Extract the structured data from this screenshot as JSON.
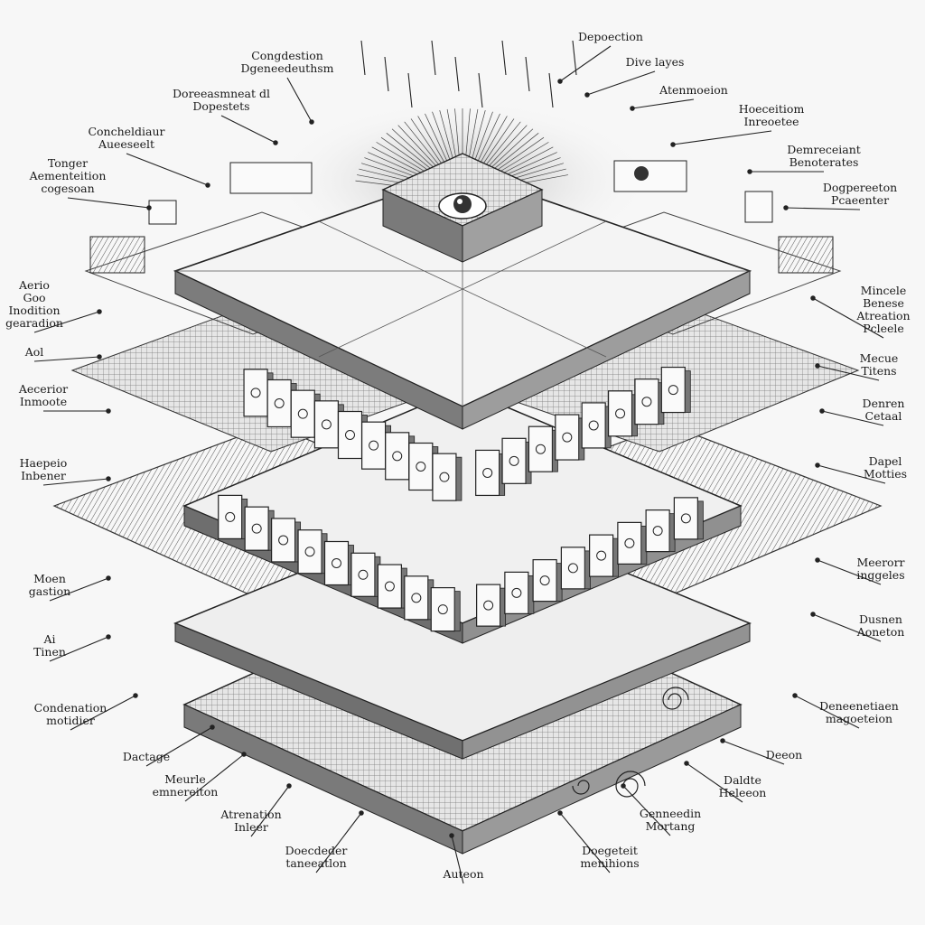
{
  "colors": {
    "background": "#f7f7f7",
    "ink": "#1a1a1a",
    "plate_top": "#f2f2f2",
    "plate_side": "#8a8a8a",
    "module_face": "#fafafa",
    "module_shadow": "#6d6d6d",
    "grid_ink": "#4a4a4a"
  },
  "icons": [
    "eye-sensor-icon",
    "chip-module-icon",
    "spiral-coil-icon"
  ],
  "labels": {
    "l01": [
      "Congdestion",
      "Dgeneedeuthsm"
    ],
    "l02": [
      "Doreeasmneat dl",
      "Dopestets"
    ],
    "l03": [
      "Concheldiaur",
      "Aueeseelt"
    ],
    "l04": [
      "Tonger",
      "Aementeition",
      "cogesoan"
    ],
    "l05": [
      "Aerio",
      "Goo",
      "Inodition",
      "gearadion"
    ],
    "l06": [
      "Aol"
    ],
    "l07": [
      "Aecerior",
      "Inmoote"
    ],
    "l08": [
      "Haepeio",
      "Inbener"
    ],
    "l09": [
      "Moen",
      "gastion"
    ],
    "l10": [
      "Ai",
      "Tinen"
    ],
    "l11": [
      "Condenation",
      "motidier"
    ],
    "l12": [
      "Dactage"
    ],
    "l13": [
      "Meurle",
      "emnereiton"
    ],
    "l14": [
      "Atrenation",
      "Inleer"
    ],
    "l15": [
      "Doecdeder",
      "taneeatlon"
    ],
    "l16": [
      "Auteon"
    ],
    "l17": [
      "Doegeteit",
      "menihions"
    ],
    "l18": [
      "Genneedin",
      "Mortang"
    ],
    "l19": [
      "Daldte",
      "Heleeon"
    ],
    "l20": [
      "Deeon"
    ],
    "l21": [
      "Deneenetiaen",
      "magoeteion"
    ],
    "l22": [
      "Dusnen",
      "Aoneton"
    ],
    "l23": [
      "Meerorr",
      "inggeles"
    ],
    "l24": [
      "Dapel",
      "Motties"
    ],
    "l25": [
      "Denren",
      "Cetaal"
    ],
    "l26": [
      "Mecue",
      "Titens"
    ],
    "l27": [
      "Mincele",
      "Benese",
      "Atreation",
      "Pcleele"
    ],
    "l28": [
      "Dogpereeton",
      "Pcaeenter"
    ],
    "l29": [
      "Demreceiant",
      "Benoterates"
    ],
    "l30": [
      "Hoeceitiom",
      "Inreoetee"
    ],
    "l31": [
      "Atenmoeion"
    ],
    "l32": [
      "Dive layes"
    ],
    "l33": [
      "Depoection"
    ]
  }
}
